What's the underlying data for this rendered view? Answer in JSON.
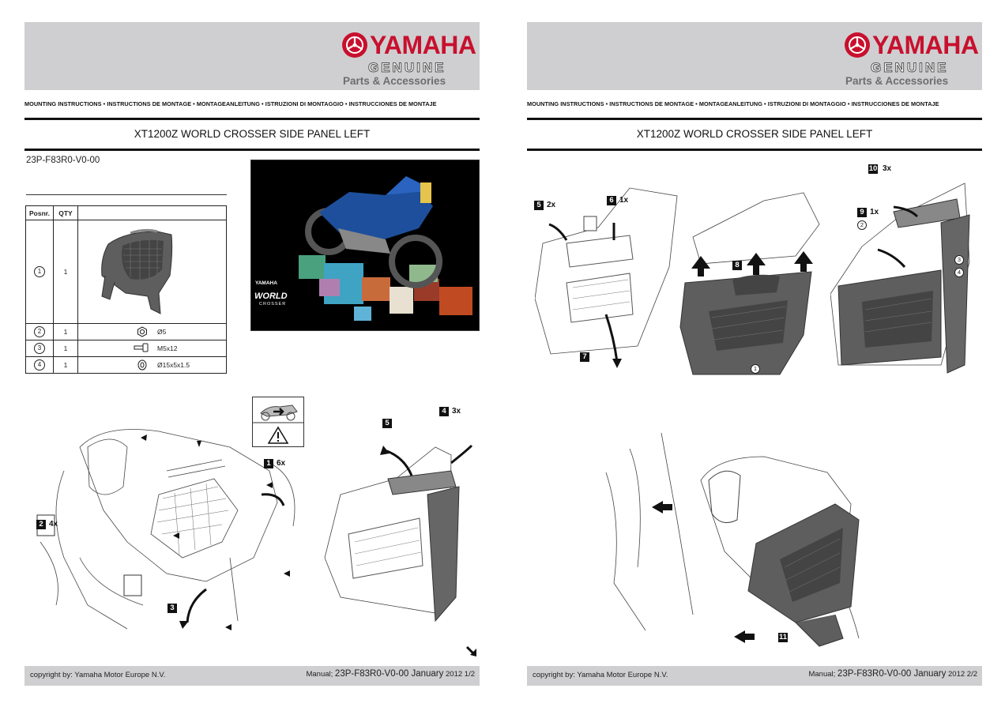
{
  "brand": {
    "name": "YAMAHA",
    "genuine": "GENUINE",
    "tagline": "Parts & Accessories",
    "colors": {
      "brand_red": "#c8102e",
      "band_gray": "#cfcfd1"
    }
  },
  "instructions_line": "MOUNTING INSTRUCTIONS • INSTRUCTIONS DE MONTAGE • MONTAGEANLEITUNG • ISTRUZIONI DI MONTAGGIO • INSTRUCCIONES DE MONTAJE",
  "title": "XT1200Z WORLD CROSSER SIDE PANEL LEFT",
  "part_number": "23P-F83R0-V0-00",
  "parts_table": {
    "headers": [
      "Posnr.",
      "QTY",
      ""
    ],
    "rows": [
      {
        "pos": "1",
        "qty": "1",
        "desc": ""
      },
      {
        "pos": "2",
        "qty": "1",
        "desc": "Ø5"
      },
      {
        "pos": "3",
        "qty": "1",
        "desc": "M5x12"
      },
      {
        "pos": "4",
        "qty": "1",
        "desc": "Ø15x5x1.5"
      }
    ]
  },
  "photo": {
    "brand": "YAMAHA",
    "line1": "WORLD",
    "line2": "CROSSER"
  },
  "page1_steps": [
    {
      "num": "1",
      "mult": "6x"
    },
    {
      "num": "2",
      "mult": "4x"
    },
    {
      "num": "3",
      "mult": ""
    },
    {
      "num": "4",
      "mult": "3x"
    },
    {
      "num": "5",
      "mult": ""
    }
  ],
  "page2_steps": [
    {
      "num": "5",
      "mult": "2x"
    },
    {
      "num": "6",
      "mult": "1x"
    },
    {
      "num": "7",
      "mult": ""
    },
    {
      "num": "8",
      "mult": ""
    },
    {
      "num": "9",
      "mult": "1x"
    },
    {
      "num": "10",
      "mult": "3x"
    },
    {
      "num": "11",
      "mult": ""
    }
  ],
  "callouts": [
    "1",
    "2",
    "3",
    "4"
  ],
  "footer": {
    "copyright": "copyright by: Yamaha Motor Europe N.V.",
    "manual_label": "Manual;",
    "manual_number": "23P-F83R0-V0-00 January",
    "year": "2012",
    "page1": "1/2",
    "page2": "2/2"
  },
  "icons": [
    "yamaha-tuning-fork-emblem",
    "warning-triangle-icon",
    "motorcycle-side-icon",
    "arrow-icon",
    "continue-arrow-icon"
  ]
}
